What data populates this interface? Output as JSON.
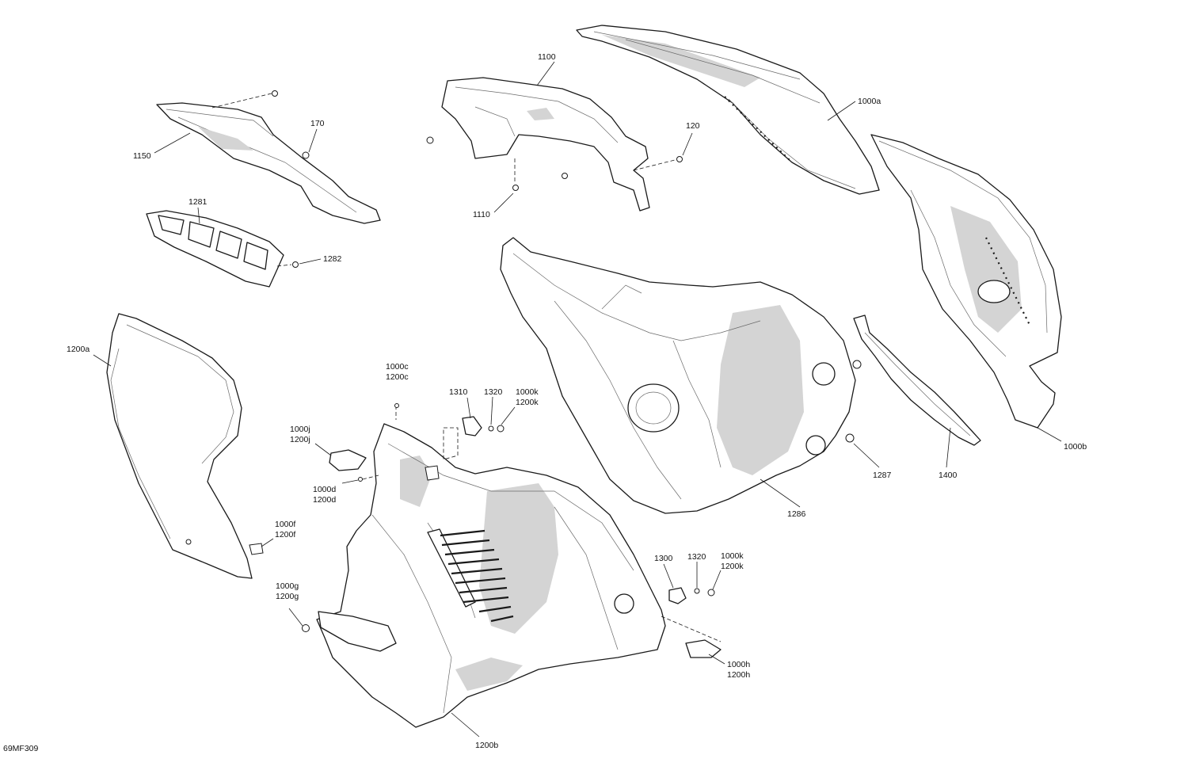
{
  "drawing_number": "69MF309",
  "callouts": {
    "c1100": "1100",
    "c1000a": "1000a",
    "c170": "170",
    "c1150": "1150",
    "c120": "120",
    "c1110": "1110",
    "c1281": "1281",
    "c1282": "1282",
    "c1200a": "1200a",
    "c1000c": "1000c",
    "c1200c": "1200c",
    "c1310": "1310",
    "c1320a": "1320",
    "c1000k_a": "1000k",
    "c1200k_a": "1200k",
    "c1000j": "1000j",
    "c1200j": "1200j",
    "c1000d": "1000d",
    "c1200d": "1200d",
    "c1000f": "1000f",
    "c1200f": "1200f",
    "c1000g": "1000g",
    "c1200g": "1200g",
    "c1300": "1300",
    "c1320b": "1320",
    "c1000k_b": "1000k",
    "c1200k_b": "1200k",
    "c1000h": "1000h",
    "c1200h": "1200h",
    "c1200b": "1200b",
    "c1286": "1286",
    "c1287": "1287",
    "c1400": "1400",
    "c1000b": "1000b"
  }
}
